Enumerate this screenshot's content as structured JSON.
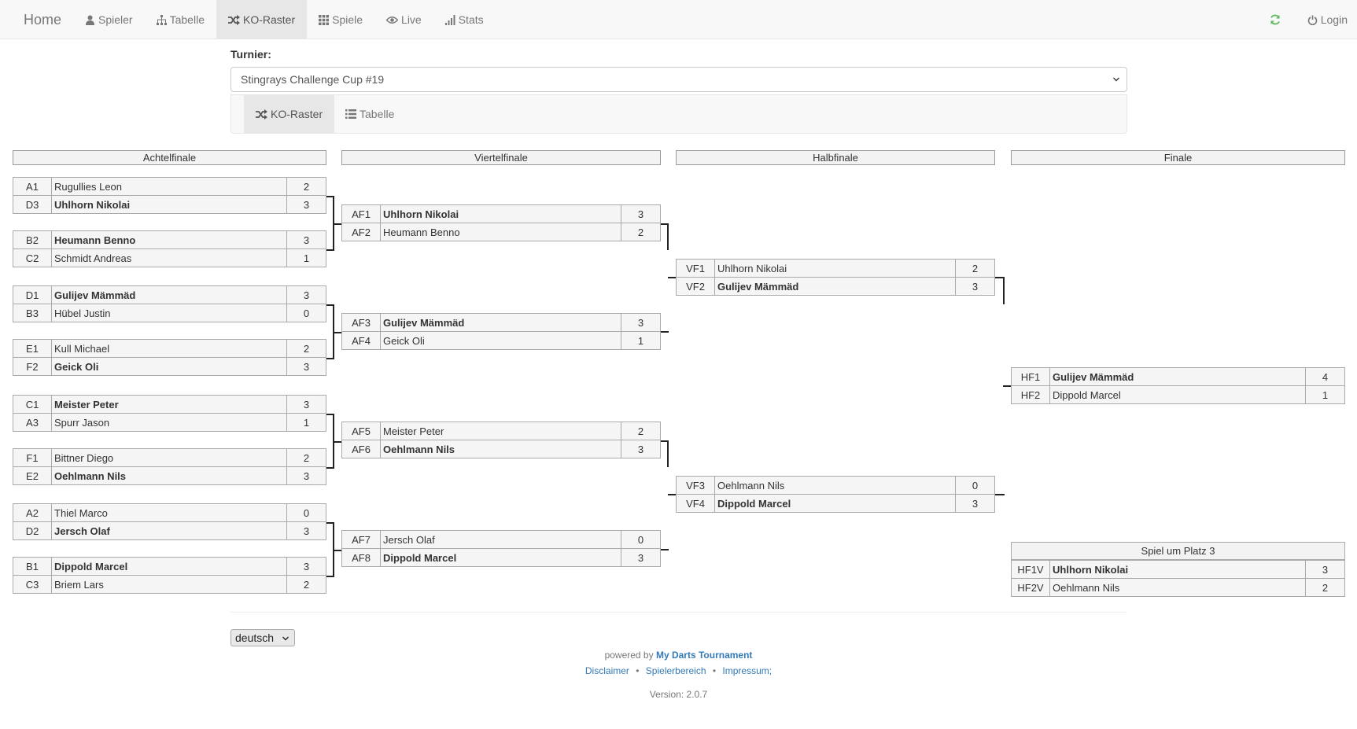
{
  "nav": {
    "home": "Home",
    "spieler": "Spieler",
    "tabelle": "Tabelle",
    "ko_raster": "KO-Raster",
    "spiele": "Spiele",
    "live": "Live",
    "stats": "Stats",
    "login": "Login"
  },
  "tournament": {
    "label": "Turnier:",
    "selected": "Stingrays Challenge Cup #19",
    "subnav": {
      "ko_raster": "KO-Raster",
      "tabelle": "Tabelle"
    }
  },
  "bracket": {
    "rounds": [
      "Achtelfinale",
      "Viertelfinale",
      "Halbfinale",
      "Finale"
    ],
    "achtelfinale": [
      {
        "c1": "A1",
        "p1": "Rugullies Leon",
        "s1": "2",
        "w1": false,
        "c2": "D3",
        "p2": "Uhlhorn Nikolai",
        "s2": "3",
        "w2": true
      },
      {
        "c1": "B2",
        "p1": "Heumann Benno",
        "s1": "3",
        "w1": true,
        "c2": "C2",
        "p2": "Schmidt Andreas",
        "s2": "1",
        "w2": false
      },
      {
        "c1": "D1",
        "p1": "Gulijev Mämmäd",
        "s1": "3",
        "w1": true,
        "c2": "B3",
        "p2": "Hübel Justin",
        "s2": "0",
        "w2": false
      },
      {
        "c1": "E1",
        "p1": "Kull Michael",
        "s1": "2",
        "w1": false,
        "c2": "F2",
        "p2": "Geick Oli",
        "s2": "3",
        "w2": true
      },
      {
        "c1": "C1",
        "p1": "Meister Peter",
        "s1": "3",
        "w1": true,
        "c2": "A3",
        "p2": "Spurr Jason",
        "s2": "1",
        "w2": false
      },
      {
        "c1": "F1",
        "p1": "Bittner Diego",
        "s1": "2",
        "w1": false,
        "c2": "E2",
        "p2": "Oehlmann Nils",
        "s2": "3",
        "w2": true
      },
      {
        "c1": "A2",
        "p1": "Thiel Marco",
        "s1": "0",
        "w1": false,
        "c2": "D2",
        "p2": "Jersch Olaf",
        "s2": "3",
        "w2": true
      },
      {
        "c1": "B1",
        "p1": "Dippold Marcel",
        "s1": "3",
        "w1": true,
        "c2": "C3",
        "p2": "Briem Lars",
        "s2": "2",
        "w2": false
      }
    ],
    "viertelfinale": [
      {
        "c1": "AF1",
        "p1": "Uhlhorn Nikolai",
        "s1": "3",
        "w1": true,
        "c2": "AF2",
        "p2": "Heumann Benno",
        "s2": "2",
        "w2": false
      },
      {
        "c1": "AF3",
        "p1": "Gulijev Mämmäd",
        "s1": "3",
        "w1": true,
        "c2": "AF4",
        "p2": "Geick Oli",
        "s2": "1",
        "w2": false
      },
      {
        "c1": "AF5",
        "p1": "Meister Peter",
        "s1": "2",
        "w1": false,
        "c2": "AF6",
        "p2": "Oehlmann Nils",
        "s2": "3",
        "w2": true
      },
      {
        "c1": "AF7",
        "p1": "Jersch Olaf",
        "s1": "0",
        "w1": false,
        "c2": "AF8",
        "p2": "Dippold Marcel",
        "s2": "3",
        "w2": true
      }
    ],
    "halbfinale": [
      {
        "c1": "VF1",
        "p1": "Uhlhorn Nikolai",
        "s1": "2",
        "w1": false,
        "c2": "VF2",
        "p2": "Gulijev Mämmäd",
        "s2": "3",
        "w2": true
      },
      {
        "c1": "VF3",
        "p1": "Oehlmann Nils",
        "s1": "0",
        "w1": false,
        "c2": "VF4",
        "p2": "Dippold Marcel",
        "s2": "3",
        "w2": true
      }
    ],
    "finale": [
      {
        "c1": "HF1",
        "p1": "Gulijev Mämmäd",
        "s1": "4",
        "w1": true,
        "c2": "HF2",
        "p2": "Dippold Marcel",
        "s2": "1",
        "w2": false
      }
    ],
    "third_place_title": "Spiel um Platz 3",
    "third_place": [
      {
        "c1": "HF1V",
        "p1": "Uhlhorn Nikolai",
        "s1": "3",
        "w1": true,
        "c2": "HF2V",
        "p2": "Oehlmann Nils",
        "s2": "2",
        "w2": false
      }
    ]
  },
  "footer": {
    "language": "deutsch",
    "powered_prefix": "powered by",
    "powered_link": "My Darts Tournament",
    "disclaimer": "Disclaimer",
    "spielerbereich": "Spielerbereich",
    "impressum": "Impressum;",
    "separator": "•",
    "version": "Version: 2.0.7"
  },
  "colors": {
    "link": "#337ab7",
    "refresh": "#5cb85c",
    "navbar_bg": "#f8f8f8"
  }
}
